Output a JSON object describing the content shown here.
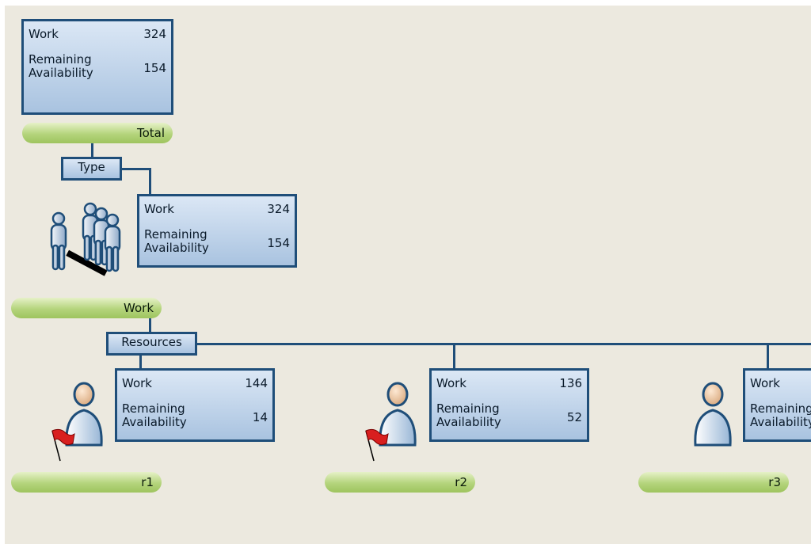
{
  "colors": {
    "connector": "#1f4e79",
    "card_fill": "#a9c3e0",
    "pill_fill": "#b4d47c",
    "background": "#ece9df"
  },
  "root": {
    "card": {
      "work_label": "Work",
      "work_value": "324",
      "rem_label_1": "Remaining",
      "rem_label_2": "Availability",
      "rem_value": "154"
    },
    "pill": "Total"
  },
  "type_group": {
    "tag": "Type",
    "card": {
      "work_label": "Work",
      "work_value": "324",
      "rem_label_1": "Remaining",
      "rem_label_2": "Availability",
      "rem_value": "154"
    },
    "icon": "resource-group-icon",
    "pill": "Work"
  },
  "resources": {
    "tag": "Resources",
    "items": [
      {
        "pill": "r1",
        "icon": "person-icon",
        "flag": true,
        "card": {
          "work_label": "Work",
          "work_value": "144",
          "rem_label_1": "Remaining",
          "rem_label_2": "Availability",
          "rem_value": "14"
        }
      },
      {
        "pill": "r2",
        "icon": "person-icon",
        "flag": true,
        "card": {
          "work_label": "Work",
          "work_value": "136",
          "rem_label_1": "Remaining",
          "rem_label_2": "Availability",
          "rem_value": "52"
        }
      },
      {
        "pill": "r3",
        "icon": "person-icon",
        "flag": false,
        "card": {
          "work_label": "Work",
          "rem_label_1": "Remaining",
          "rem_label_2": "Availability"
        }
      }
    ]
  }
}
